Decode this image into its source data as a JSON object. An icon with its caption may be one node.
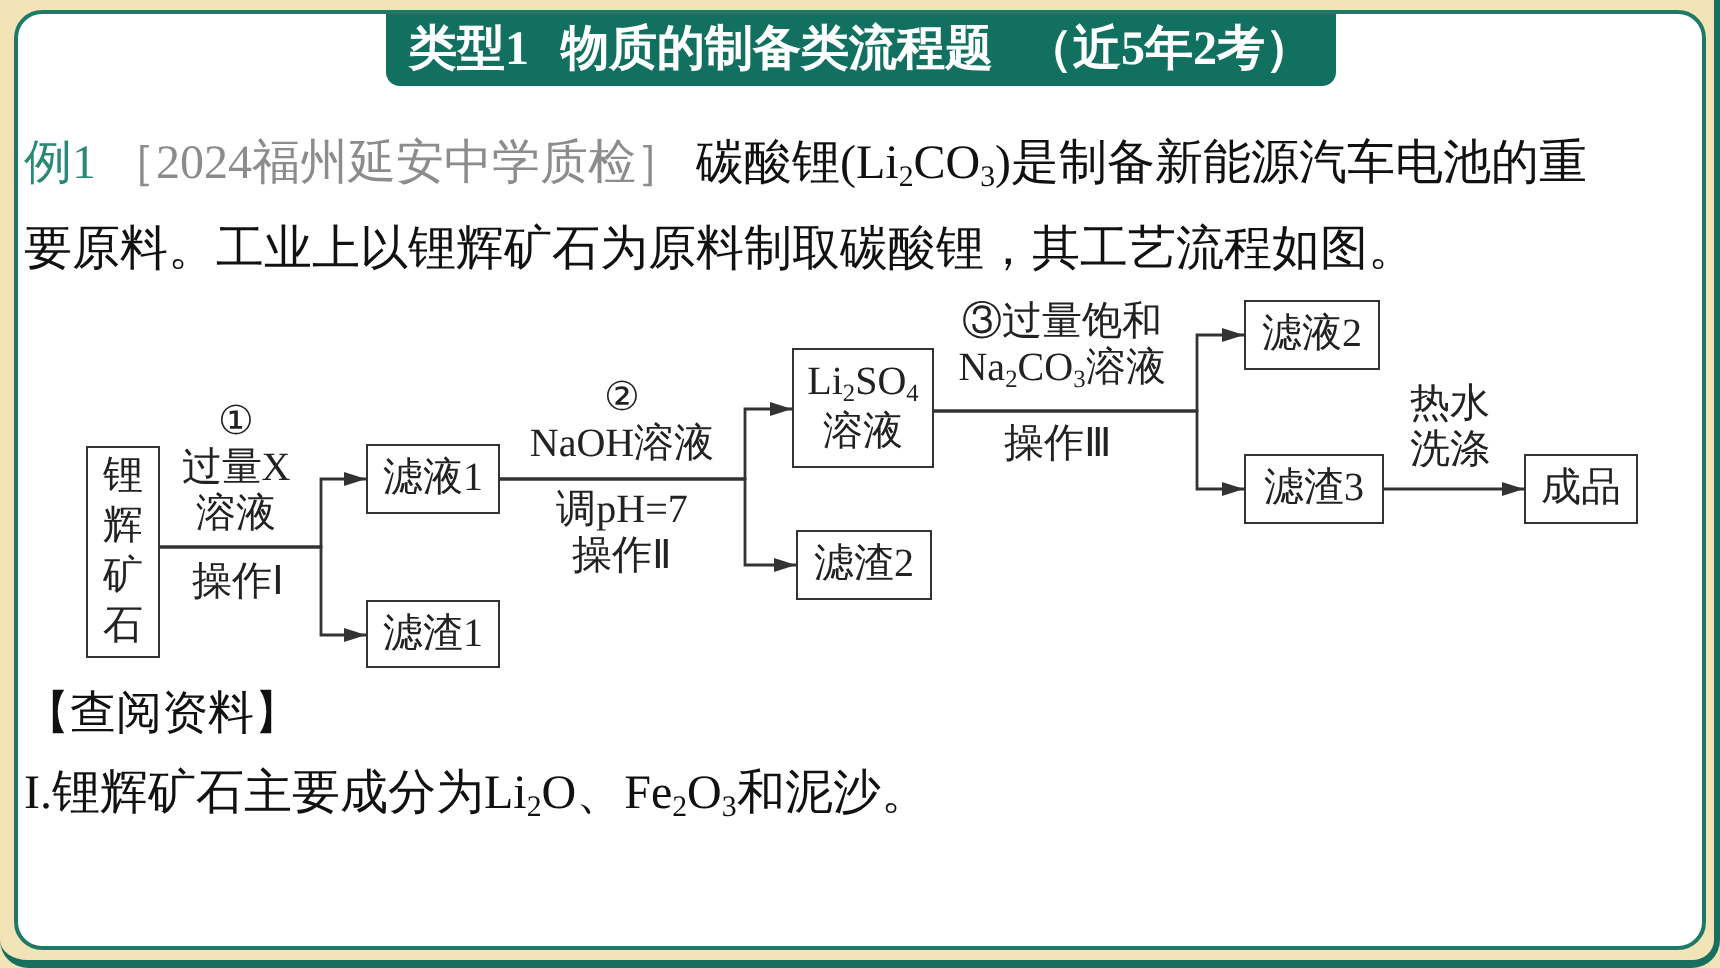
{
  "diagram": {
    "title": "类型1 物质的制备类流程题 （近5年2考）",
    "nodes": [
      {
        "text": [
          "锂辉矿石"
        ]
      },
      {
        "text": [
          "滤液1"
        ]
      },
      {
        "text": [
          "滤渣1"
        ]
      },
      {
        "text": [
          "Li$_{2}$SO$_{4}$ 溶液"
        ]
      },
      {
        "text": [
          "滤渣2"
        ]
      },
      {
        "text": [
          "滤液2"
        ]
      },
      {
        "text": [
          "滤渣3"
        ]
      },
      {
        "text": [
          "成品"
        ]
      }
    ],
    "edges": [
      {
        "from": 0,
        "to": 1,
        "arrow": "to",
        "label": "① 过量X 溶液"
      },
      {
        "from": 0,
        "to": 2,
        "arrow": "to",
        "label": "操作Ⅰ"
      },
      {
        "from": 1,
        "to": 3,
        "arrow": "to",
        "label": "② NaOH溶液"
      },
      {
        "from": 1,
        "to": 4,
        "arrow": "to",
        "label": "调pH=7 操作Ⅱ"
      },
      {
        "from": 3,
        "to": 5,
        "arrow": "to",
        "label": "③过量饱和 Na$_{2}$CO$_{3}$溶液"
      },
      {
        "from": 3,
        "to": 6,
        "arrow": "to",
        "label": "操作Ⅲ"
      },
      {
        "from": 6,
        "to": 7,
        "arrow": "to",
        "label": "热水洗涤"
      }
    ],
    "labels": [
      "例1",
      "［2024福州延安中学质检］",
      "碳酸锂(Li$_{2}$CO$_{3}$)是制备新能源汽车电池的重要原料。工业上以锂辉矿石为原料制取碳酸锂，其工艺流程如图。",
      "【查阅资料】",
      "I.锂辉矿石主要成分为Li$_{2}$O、Fe$_{2}$O$_{3}$和泥沙。"
    ]
  }
}
